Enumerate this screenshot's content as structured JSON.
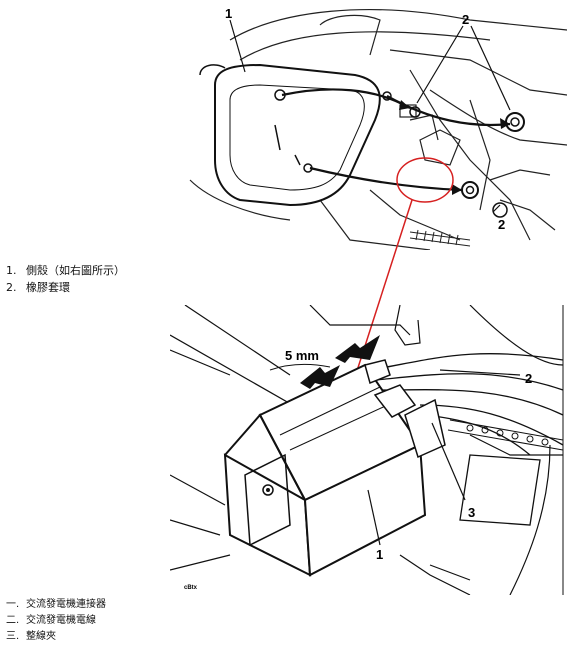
{
  "top_figure": {
    "callouts": [
      "1",
      "2",
      "2"
    ]
  },
  "top_legend": [
    {
      "num": "1.",
      "text": "側殼（如右圖所示）"
    },
    {
      "num": "2.",
      "text": "橡膠套環"
    }
  ],
  "bottom_figure": {
    "dimension": "5 mm",
    "callouts": [
      "2",
      "3",
      "1"
    ],
    "code": "cBtx"
  },
  "bottom_legend": [
    {
      "num": "一.",
      "text": "交流發電機連接器"
    },
    {
      "num": "二.",
      "text": "交流發電機電線"
    },
    {
      "num": "三.",
      "text": "整線夾"
    }
  ],
  "colors": {
    "pointer": "#d62020",
    "line": "#111111"
  }
}
